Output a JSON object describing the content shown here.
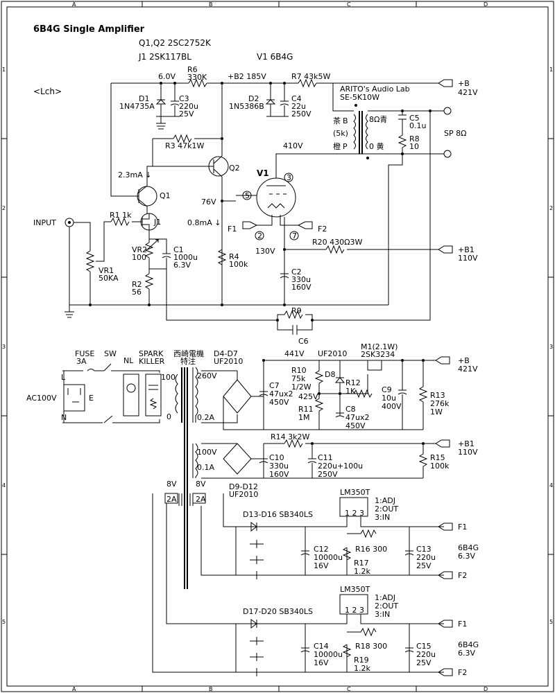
{
  "title": "6B4G Single Amplifier",
  "parts_header": {
    "q": "Q1,Q2 2SC2752K",
    "j": "J1 2SK117BL",
    "v": "V1 6B4G"
  },
  "grid": {
    "cols": [
      "A",
      "B",
      "C",
      "D"
    ],
    "rows": [
      "1",
      "2",
      "3",
      "4",
      "5"
    ]
  },
  "channel": "<Lch>",
  "amp": {
    "v6": "6.0V",
    "r6": "R6",
    "r6v": "330K",
    "b2": "+B2 185V",
    "r7": "R7 43k5W",
    "pb": "+B",
    "pbv": "421V",
    "d1": "D1",
    "d1v": "1N4735A",
    "c3": "C3",
    "c3v1": "220u",
    "c3v2": "25V",
    "d2": "D2",
    "d2v": "1N5386B",
    "c4": "C4",
    "c4v1": "22u",
    "c4v2": "250V",
    "r3": "R3 47k1W",
    "i1": "2.3mA ↓",
    "q1": "Q1",
    "q2": "Q2",
    "input": "INPUT",
    "r1": "R1 1k",
    "j1": "J1",
    "vr2": "VR2",
    "vr2v": "100",
    "c1": "C1",
    "c1v1": "1000u",
    "c1v2": "6.3V",
    "vr1": "VR1",
    "vr1v": "50KA",
    "r2": "R2",
    "r2v": "56",
    "v76": "76V",
    "i2": "0.8mA ↓",
    "r4": "R4",
    "r4v": "100k",
    "v1": "V1",
    "p3": "3",
    "p5": "5",
    "p2": "2",
    "p7": "7",
    "f1": "F1",
    "f2": "F2",
    "v410": "410V",
    "v130": "130V",
    "r20": "R20 430Ω3W",
    "pb1": "+B1",
    "pb1v": "110V",
    "c2": "C2",
    "c2v1": "330u",
    "c2v2": "160V",
    "r9": "R9",
    "c6": "C6",
    "ot1": "ARITO's Audio Lab",
    "ot2": "SE-5K10W",
    "ot_b1": "茶",
    "ot_b2": "B",
    "ot_5k": "(5k)",
    "ot_p1": "橙",
    "ot_p2": "P",
    "ot_8": "8Ω青",
    "ot_0": "0 黄",
    "c5": "C5",
    "c5v": "0.1u",
    "r8": "R8",
    "r8v": "10",
    "sp": "SP 8Ω"
  },
  "psu": {
    "fuse": "FUSE",
    "fusev": "3A",
    "sw": "SW",
    "nl": "NL",
    "spark1": "SPARK",
    "spark2": "KILLER",
    "pt1": "西崎電機",
    "pt2": "特注",
    "ac": "AC100V",
    "l": "L",
    "n": "N",
    "e": "E",
    "tap100": "100",
    "tap0": "0",
    "s260": "260V",
    "s02": "0.2A",
    "s100": "100V",
    "s01": "0.1A",
    "h8a": "8V",
    "h2a": "2A",
    "h8b": "8V",
    "h2b": "2A",
    "d4": "D4-D7",
    "d4v": "UF2010",
    "v441": "441V",
    "uf": "UF2010",
    "m1": "M1(2.1W)",
    "m1v": "2SK3234",
    "c7": "C7",
    "c7v1": "47ux2",
    "c7v2": "450V",
    "r10": "R10",
    "r10v1": "75k",
    "r10v2": "1/2W",
    "d8": "D8",
    "r12": "R12",
    "r12v": "1K",
    "v425": "425V",
    "c8": "C8",
    "c8v1": "47ux2",
    "c8v2": "450V",
    "r11": "R11",
    "r11v": "1M",
    "c9": "C9",
    "c9v1": "10u",
    "c9v2": "400V",
    "r13": "R13",
    "r13v1": "276k",
    "r13v2": "1W",
    "pb": "+B",
    "pbv": "421V",
    "r14": "R14 3k2W",
    "c10": "C10",
    "c10v1": "330u",
    "c10v2": "160V",
    "c11": "C11",
    "c11v1": "220u+100u",
    "c11v2": "250V",
    "r15": "R15",
    "r15v": "100k",
    "pb1": "+B1",
    "pb1v": "110V",
    "d9": "D9-D12",
    "d9v": "UF2010"
  },
  "heater": [
    {
      "diodes": "D13-D16 SB340LS",
      "reg": "LM350T",
      "pins": "1 2 3",
      "leg1": "1:ADJ",
      "leg2": "2:OUT",
      "leg3": "3:IN",
      "cin": "C12",
      "cinv1": "10000u",
      "cinv2": "16V",
      "radj": "R16 300",
      "rset": "R17",
      "rsetv": "1.2k",
      "cout": "C13",
      "coutv1": "220u",
      "coutv2": "25V",
      "tube": "6B4G",
      "tubev": "6.3V",
      "f1": "F1",
      "f2": "F2"
    },
    {
      "diodes": "D17-D20 SB340LS",
      "reg": "LM350T",
      "pins": "1 2 3",
      "leg1": "1:ADJ",
      "leg2": "2:OUT",
      "leg3": "3:IN",
      "cin": "C14",
      "cinv1": "10000u",
      "cinv2": "16V",
      "radj": "R18 300",
      "rset": "R19",
      "rsetv": "1.2k",
      "cout": "C15",
      "coutv1": "220u",
      "coutv2": "25V",
      "tube": "6B4G",
      "tubev": "6.3V",
      "f1": "F1",
      "f2": "F2"
    }
  ]
}
